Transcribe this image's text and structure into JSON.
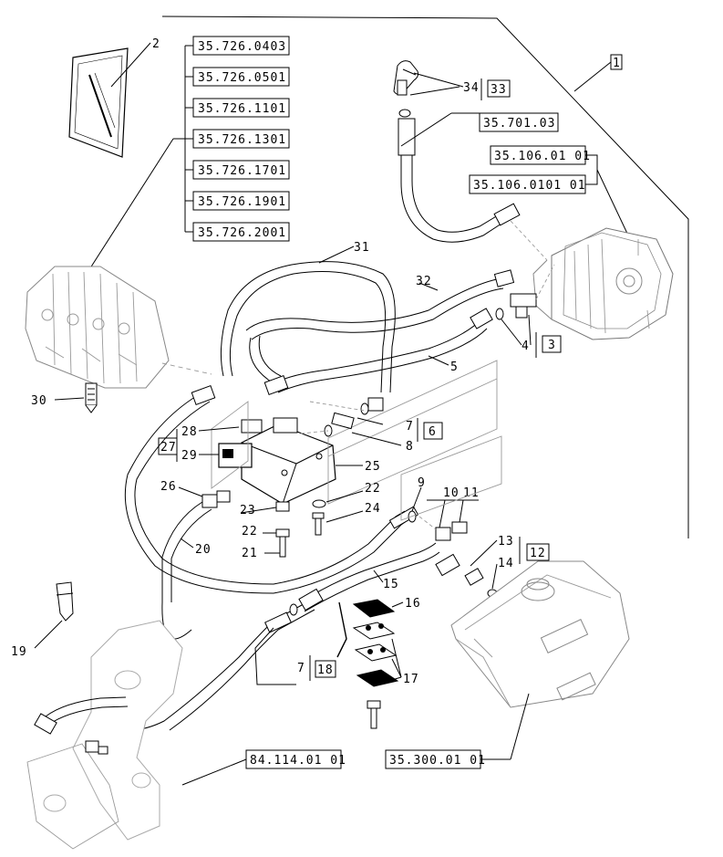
{
  "references": {
    "main_list": [
      "35.726.0403",
      "35.726.0501",
      "35.726.1101",
      "35.726.1301",
      "35.726.1701",
      "35.726.1901",
      "35.726.2001"
    ],
    "hose_ref": "35.701.03",
    "pump_ref_a": "35.106.01 01",
    "pump_ref_b": "35.106.0101 01",
    "boom_ref": "84.114.01 01",
    "tank_ref": "35.300.01 01"
  },
  "boxed_items": {
    "b1": "1",
    "b3": "3",
    "b6": "6",
    "b12": "12",
    "b18": "18",
    "b27": "27",
    "b33": "33"
  },
  "callouts": {
    "n2": "2",
    "n4": "4",
    "n5": "5",
    "n7a": "7",
    "n7b": "7",
    "n8": "8",
    "n9": "9",
    "n10": "10",
    "n11": "11",
    "n13": "13",
    "n14": "14",
    "n15": "15",
    "n16": "16",
    "n17": "17",
    "n19": "19",
    "n20": "20",
    "n21": "21",
    "n22a": "22",
    "n22b": "22",
    "n23": "23",
    "n24": "24",
    "n25": "25",
    "n26": "26",
    "n28": "28",
    "n29": "29",
    "n30": "30",
    "n31": "31",
    "n32": "32",
    "n34": "34"
  }
}
